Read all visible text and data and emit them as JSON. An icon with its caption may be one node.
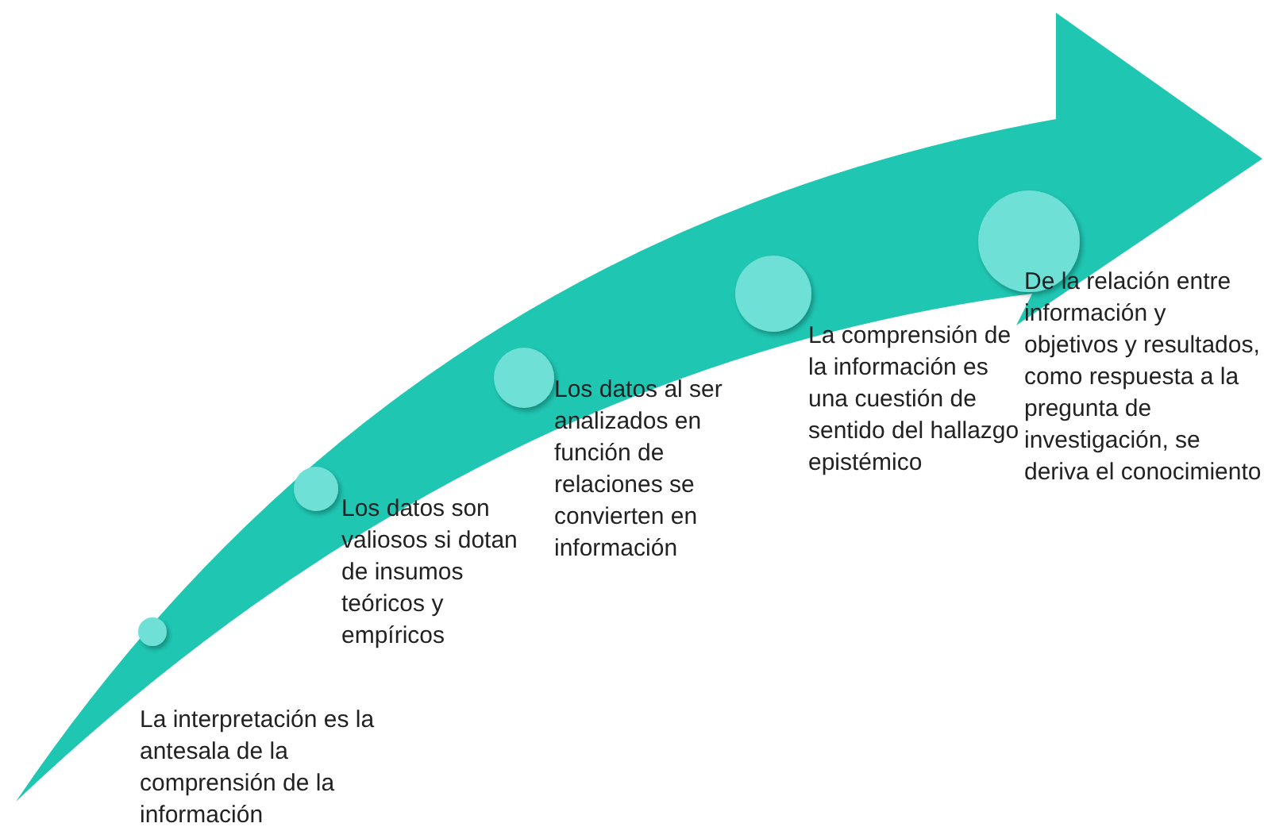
{
  "diagram": {
    "nodes": [
      {
        "text": [],
        "shape": "circle",
        "beside": [
          "La interpretación es la antesala de la comprensión de la información"
        ]
      },
      {
        "text": [],
        "shape": "circle",
        "beside": [
          "Los datos son valiosos si dotan de insumos teóricos y empíricos"
        ]
      },
      {
        "text": [],
        "shape": "circle",
        "beside": [
          "Los datos al ser analizados en función de relaciones se convierten en información"
        ]
      },
      {
        "text": [],
        "shape": "circle",
        "beside": [
          "La comprensión de la información es una cuestión de sentido del hallazgo epistémico"
        ]
      },
      {
        "text": [],
        "shape": "circle",
        "beside": [
          "De la relación entre información y objetivos y resultados, como respuesta a la pregunta de investigación, se deriva el conocimiento"
        ]
      }
    ]
  }
}
